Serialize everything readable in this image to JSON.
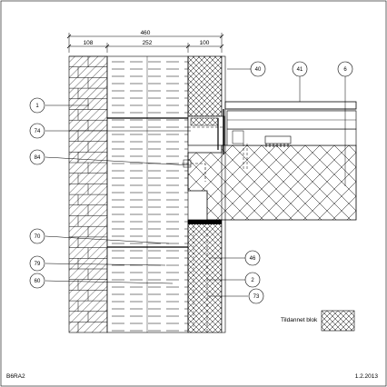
{
  "dimensions": {
    "total": "460",
    "brick": "108",
    "insulation": "252",
    "inner_leaf": "100"
  },
  "callouts": [
    "1",
    "74",
    "84",
    "70",
    "79",
    "60",
    "40",
    "41",
    "6",
    "46",
    "2",
    "73"
  ],
  "legend": {
    "label": "Tildannet blok",
    "swatch_icon": "cross-hatch-swatch-icon"
  },
  "footer": {
    "drawing_code": "B6RA2",
    "date": "1.2.2013"
  }
}
